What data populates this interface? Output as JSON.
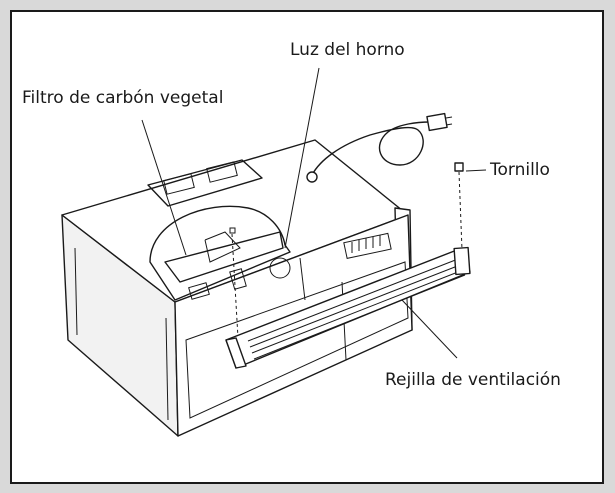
{
  "labels": {
    "oven_light": "Luz del horno",
    "charcoal_filter": "Filtro de carbón vegetal",
    "screw": "Tornillo",
    "vent_grille": "Rejilla de ventilación"
  },
  "colors": {
    "frame_bg": "#d9d9d9",
    "panel": "#ffffff",
    "ink": "#1a1a1a"
  }
}
